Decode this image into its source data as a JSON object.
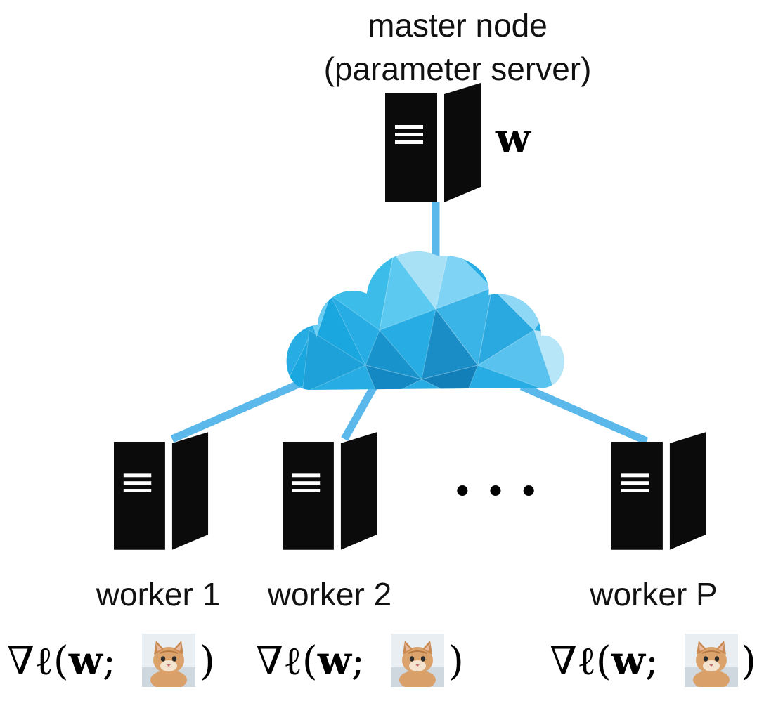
{
  "master": {
    "title_line1": "master node",
    "title_line2": "(parameter server)",
    "param": "w"
  },
  "workers": [
    {
      "label": "worker 1",
      "formula": {
        "prefix": "∇ℓ(",
        "param": "w",
        "sep": ";",
        "suffix": ")"
      }
    },
    {
      "label": "worker 2",
      "formula": {
        "prefix": "∇ℓ(",
        "param": "w",
        "sep": ";",
        "suffix": ")"
      }
    },
    {
      "label": "worker P",
      "formula": {
        "prefix": "∇ℓ(",
        "param": "w",
        "sep": ";",
        "suffix": ")"
      }
    }
  ],
  "ellipsis": "• • •",
  "colors": {
    "server": "#0b0b0b",
    "link": "#5ab8ea",
    "cloud_light": "#8fd6f5",
    "cloud_mid": "#2fb3e6",
    "cloud_dark": "#1290c8"
  },
  "icons": {
    "server": "server-icon",
    "cloud": "cloud-icon",
    "sample": "cat-image-icon"
  }
}
